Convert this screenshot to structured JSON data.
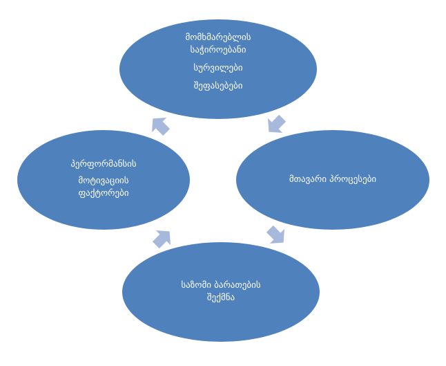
{
  "diagram": {
    "colors": {
      "node_fill": "#4f81bd",
      "arrow_fill": "#a6b9dc",
      "text": "#ffffff",
      "background": "#ffffff"
    },
    "nodes": {
      "top": {
        "line1": "მომხმარებლის",
        "line2": "საჭიროებანი",
        "line3": "სურვილები",
        "line4": "შეფასებები"
      },
      "right": {
        "line1": "მთავარი პროცესები"
      },
      "bottom": {
        "line1": "საზომი ბარათების",
        "line2": "შექმნა"
      },
      "left": {
        "line1": "პერფორმანსის",
        "line2": "მოტივაციის",
        "line3": "ფაქტორები"
      }
    },
    "arrows": [
      "arrow-right-down",
      "arrow-down-left",
      "arrow-left-up",
      "arrow-up-right"
    ]
  }
}
